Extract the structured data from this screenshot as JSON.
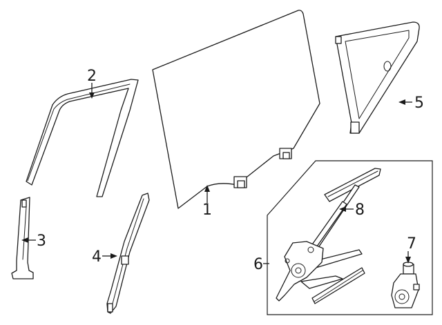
{
  "diagram": {
    "callouts": [
      {
        "id": "1",
        "label": "1"
      },
      {
        "id": "2",
        "label": "2"
      },
      {
        "id": "3",
        "label": "3"
      },
      {
        "id": "4",
        "label": "4"
      },
      {
        "id": "5",
        "label": "5"
      },
      {
        "id": "6",
        "label": "6"
      },
      {
        "id": "7",
        "label": "7"
      },
      {
        "id": "8",
        "label": "8"
      }
    ],
    "colors": {
      "line": "#1a1a1a",
      "background": "#ffffff"
    }
  }
}
